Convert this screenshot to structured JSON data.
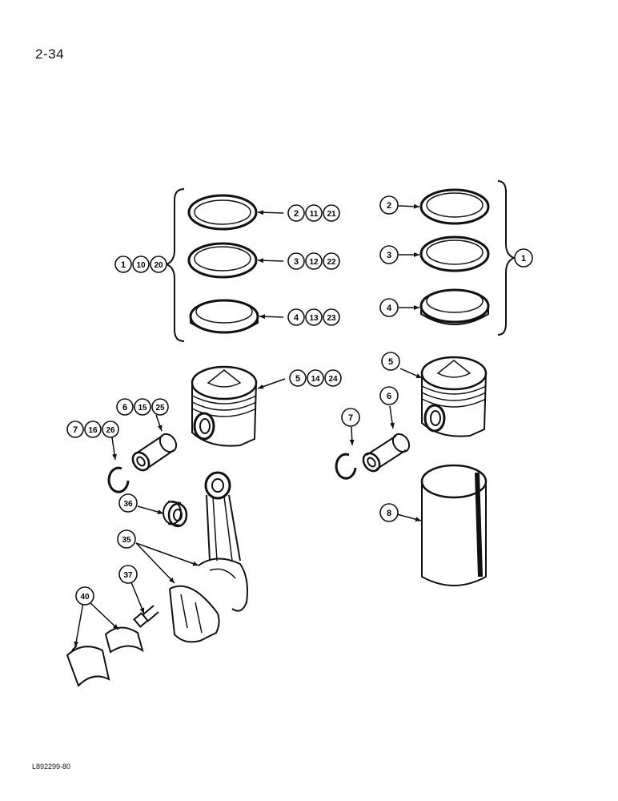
{
  "page": {
    "number": "2-34",
    "figure_code": "L892299-80"
  },
  "callouts": {
    "left_rings_top": [
      "2",
      "11",
      "21"
    ],
    "left_rings_mid": [
      "3",
      "12",
      "22"
    ],
    "left_rings_bot": [
      "4",
      "13",
      "23"
    ],
    "left_ring_set": [
      "1",
      "10",
      "20"
    ],
    "left_piston": [
      "5",
      "14",
      "24"
    ],
    "left_pin": [
      "6",
      "15",
      "25"
    ],
    "left_retainer": [
      "7",
      "16",
      "26"
    ],
    "bushing": [
      "36"
    ],
    "connecting_rod": [
      "35"
    ],
    "bolt": [
      "37"
    ],
    "bearing": [
      "40"
    ],
    "right_ring_top": [
      "2"
    ],
    "right_ring_mid": [
      "3"
    ],
    "right_ring_bot": [
      "4"
    ],
    "right_ring_set": [
      "1"
    ],
    "right_piston": [
      "5"
    ],
    "right_pin": [
      "6"
    ],
    "right_retainer": [
      "7"
    ],
    "liner": [
      "8"
    ]
  }
}
